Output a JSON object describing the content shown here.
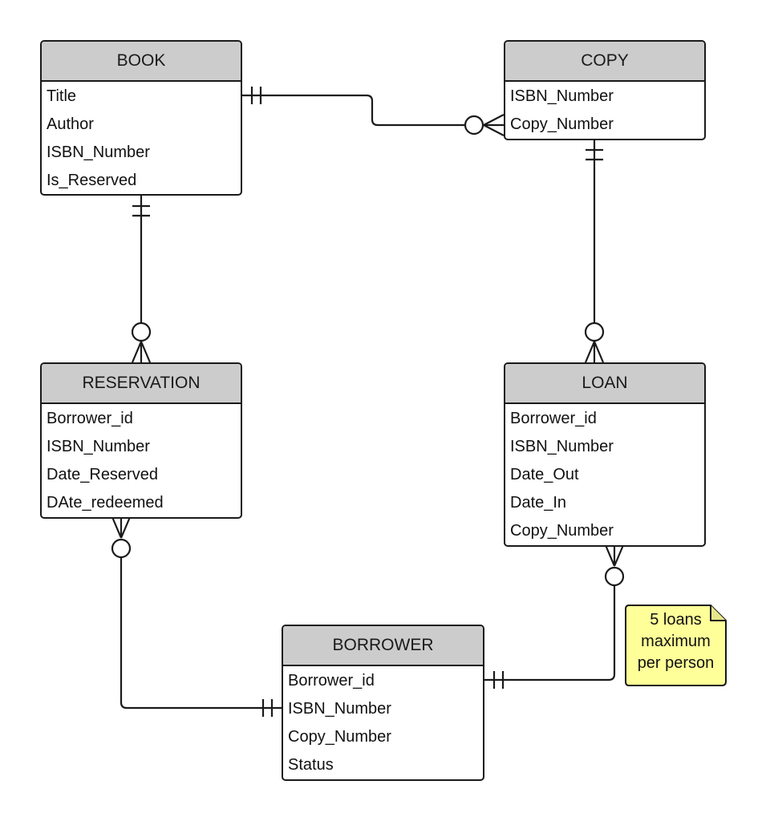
{
  "entities": {
    "book": {
      "title": "BOOK",
      "attributes": [
        "Title",
        "Author",
        "ISBN_Number",
        "Is_Reserved"
      ]
    },
    "copy": {
      "title": "COPY",
      "attributes": [
        "ISBN_Number",
        "Copy_Number"
      ]
    },
    "reservation": {
      "title": "RESERVATION",
      "attributes": [
        "Borrower_id",
        "ISBN_Number",
        "Date_Reserved",
        "DAte_redeemed"
      ]
    },
    "loan": {
      "title": "LOAN",
      "attributes": [
        "Borrower_id",
        "ISBN_Number",
        "Date_Out",
        "Date_In",
        "Copy_Number"
      ]
    },
    "borrower": {
      "title": "BORROWER",
      "attributes": [
        "Borrower_id",
        "ISBN_Number",
        "Copy_Number",
        "Status"
      ]
    }
  },
  "note": {
    "lines": [
      "5 loans",
      "maximum",
      "per person"
    ]
  },
  "relationships": [
    {
      "from": "book",
      "to": "copy",
      "from_cardinality": "one-and-only-one",
      "to_cardinality": "zero-or-many"
    },
    {
      "from": "book",
      "to": "reservation",
      "from_cardinality": "one-and-only-one",
      "to_cardinality": "zero-or-many"
    },
    {
      "from": "copy",
      "to": "loan",
      "from_cardinality": "one-and-only-one",
      "to_cardinality": "zero-or-many"
    },
    {
      "from": "borrower",
      "to": "reservation",
      "from_cardinality": "one-and-only-one",
      "to_cardinality": "zero-or-many"
    },
    {
      "from": "borrower",
      "to": "loan",
      "from_cardinality": "one-and-only-one",
      "to_cardinality": "zero-or-many"
    }
  ]
}
